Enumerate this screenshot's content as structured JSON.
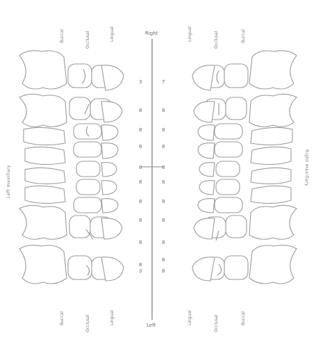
{
  "figure": {
    "top_labels": [
      "Buccal",
      "Occlusal",
      "Lingual",
      "Lingual",
      "Occlusal",
      "Buccal"
    ],
    "bottom_labels": [
      "Buccal",
      "Occlusal",
      "Lingual",
      "Lingual",
      "Occlusal",
      "Buccal"
    ],
    "midline_top": "Right",
    "midline_bottom": "Left",
    "left_side_label": "Left maxillary",
    "right_side_label": "Right maxillary",
    "left_numbers": [
      "3",
      "8",
      "8",
      "8",
      "8",
      "8",
      "8",
      "8",
      "8",
      "8",
      "3"
    ],
    "right_numbers": [
      "7",
      "8",
      "8",
      "8",
      "8",
      "8",
      "8",
      "8",
      "8",
      "8",
      "8"
    ]
  }
}
